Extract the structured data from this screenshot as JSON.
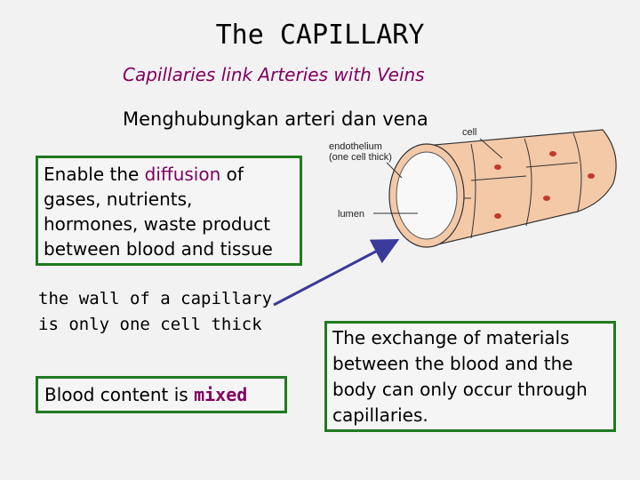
{
  "slide": {
    "title": "The CAPILLARY",
    "subtitle": "Capillaries link Arteries with Veins",
    "indonesian_note": "Menghubungkan arteri dan vena",
    "diffusion_box": {
      "lead": "Enable the ",
      "highlight": "diffusion",
      "line1_rest": " of",
      "line2": "gases, nutrients,",
      "line3": "hormones, waste product",
      "line4": "between blood and tissue"
    },
    "wall_note": {
      "line1": "the wall of a capillary",
      "line2": "is only one cell thick"
    },
    "blood_box": {
      "lead": "Blood content is ",
      "highlight": "mixed"
    },
    "exchange_box": {
      "line1": "The exchange of materials",
      "line2": "between the blood and the",
      "line3": "body can only occur through",
      "line4": "capillaries."
    },
    "diagram": {
      "label_cell": "cell",
      "label_endothelium": "endothelium",
      "label_one_cell": "(one cell thick)",
      "label_lumen": "lumen"
    }
  },
  "colors": {
    "accent_text": "#800060",
    "box_border": "#1f7a1f",
    "capillary_fill": "#f4c9a8",
    "arrow": "#3a3a9a"
  },
  "icons": [
    "capillary-diagram",
    "pointer-arrow"
  ]
}
